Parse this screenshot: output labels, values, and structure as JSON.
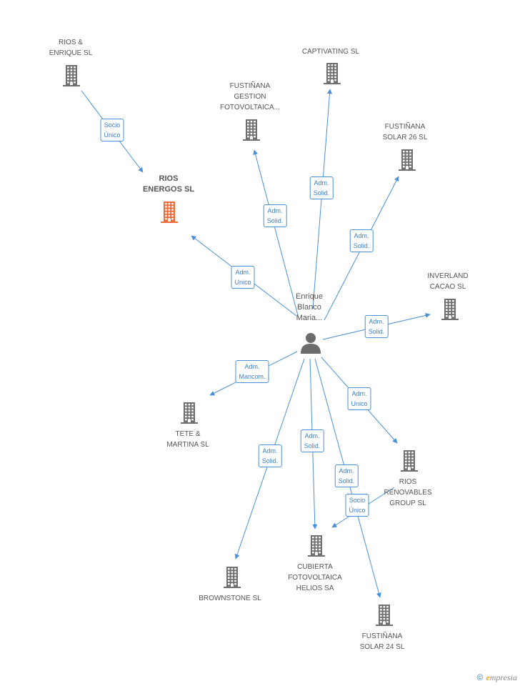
{
  "center": {
    "label": "Enrique\nBlanco\nMaria..."
  },
  "nodes": [
    {
      "id": "rios-enrique",
      "label": "RIOS &\nENRIQUE SL",
      "highlight": false
    },
    {
      "id": "rios-energos",
      "label": "RIOS\nENERGOS  SL",
      "highlight": true
    },
    {
      "id": "fustinana-gestion",
      "label": "FUSTIÑANA\nGESTION\nFOTOVOLTAICA...",
      "highlight": false
    },
    {
      "id": "captivating",
      "label": "CAPTIVATING SL",
      "highlight": false
    },
    {
      "id": "fustinana-solar-26",
      "label": "FUSTIÑANA\nSOLAR 26 SL",
      "highlight": false
    },
    {
      "id": "inverland",
      "label": "INVERLAND\nCACAO SL",
      "highlight": false
    },
    {
      "id": "tete-martina",
      "label": "TETE &\nMARTINA  SL",
      "highlight": false
    },
    {
      "id": "rios-renovables",
      "label": "RIOS\nRENOVABLES\nGROUP SL",
      "highlight": false
    },
    {
      "id": "cubierta",
      "label": "CUBIERTA\nFOTOVOLTAICA\nHELIOS SA",
      "highlight": false
    },
    {
      "id": "brownstone",
      "label": "BROWNSTONE SL",
      "highlight": false
    },
    {
      "id": "fustinana-solar-24",
      "label": "FUSTIÑANA\nSOLAR 24 SL",
      "highlight": false
    }
  ],
  "edges": [
    {
      "id": "e-rios-enrique",
      "label": "Socio\nÚnico"
    },
    {
      "id": "e-rios-energos",
      "label": "Adm.\nUnico"
    },
    {
      "id": "e-gestion",
      "label": "Adm.\nSolid."
    },
    {
      "id": "e-captivating",
      "label": "Adm.\nSolid."
    },
    {
      "id": "e-solar26",
      "label": "Adm.\nSolid."
    },
    {
      "id": "e-inverland",
      "label": "Adm.\nSolid."
    },
    {
      "id": "e-tete",
      "label": "Adm.\nMancom."
    },
    {
      "id": "e-renovables",
      "label": "Adm.\nUnico"
    },
    {
      "id": "e-cubierta",
      "label": "Adm.\nSolid."
    },
    {
      "id": "e-brownstone",
      "label": "Adm.\nSolid."
    },
    {
      "id": "e-solar24",
      "label": "Adm.\nSolid."
    },
    {
      "id": "e-renov-cubierta",
      "label": "Socio\nÚnico"
    }
  ],
  "colors": {
    "edge": "#4a90d9",
    "building": "#707070",
    "highlight": "#f26a3a"
  },
  "brand": {
    "copyright": "©",
    "first": "e",
    "rest": "mpresia"
  }
}
